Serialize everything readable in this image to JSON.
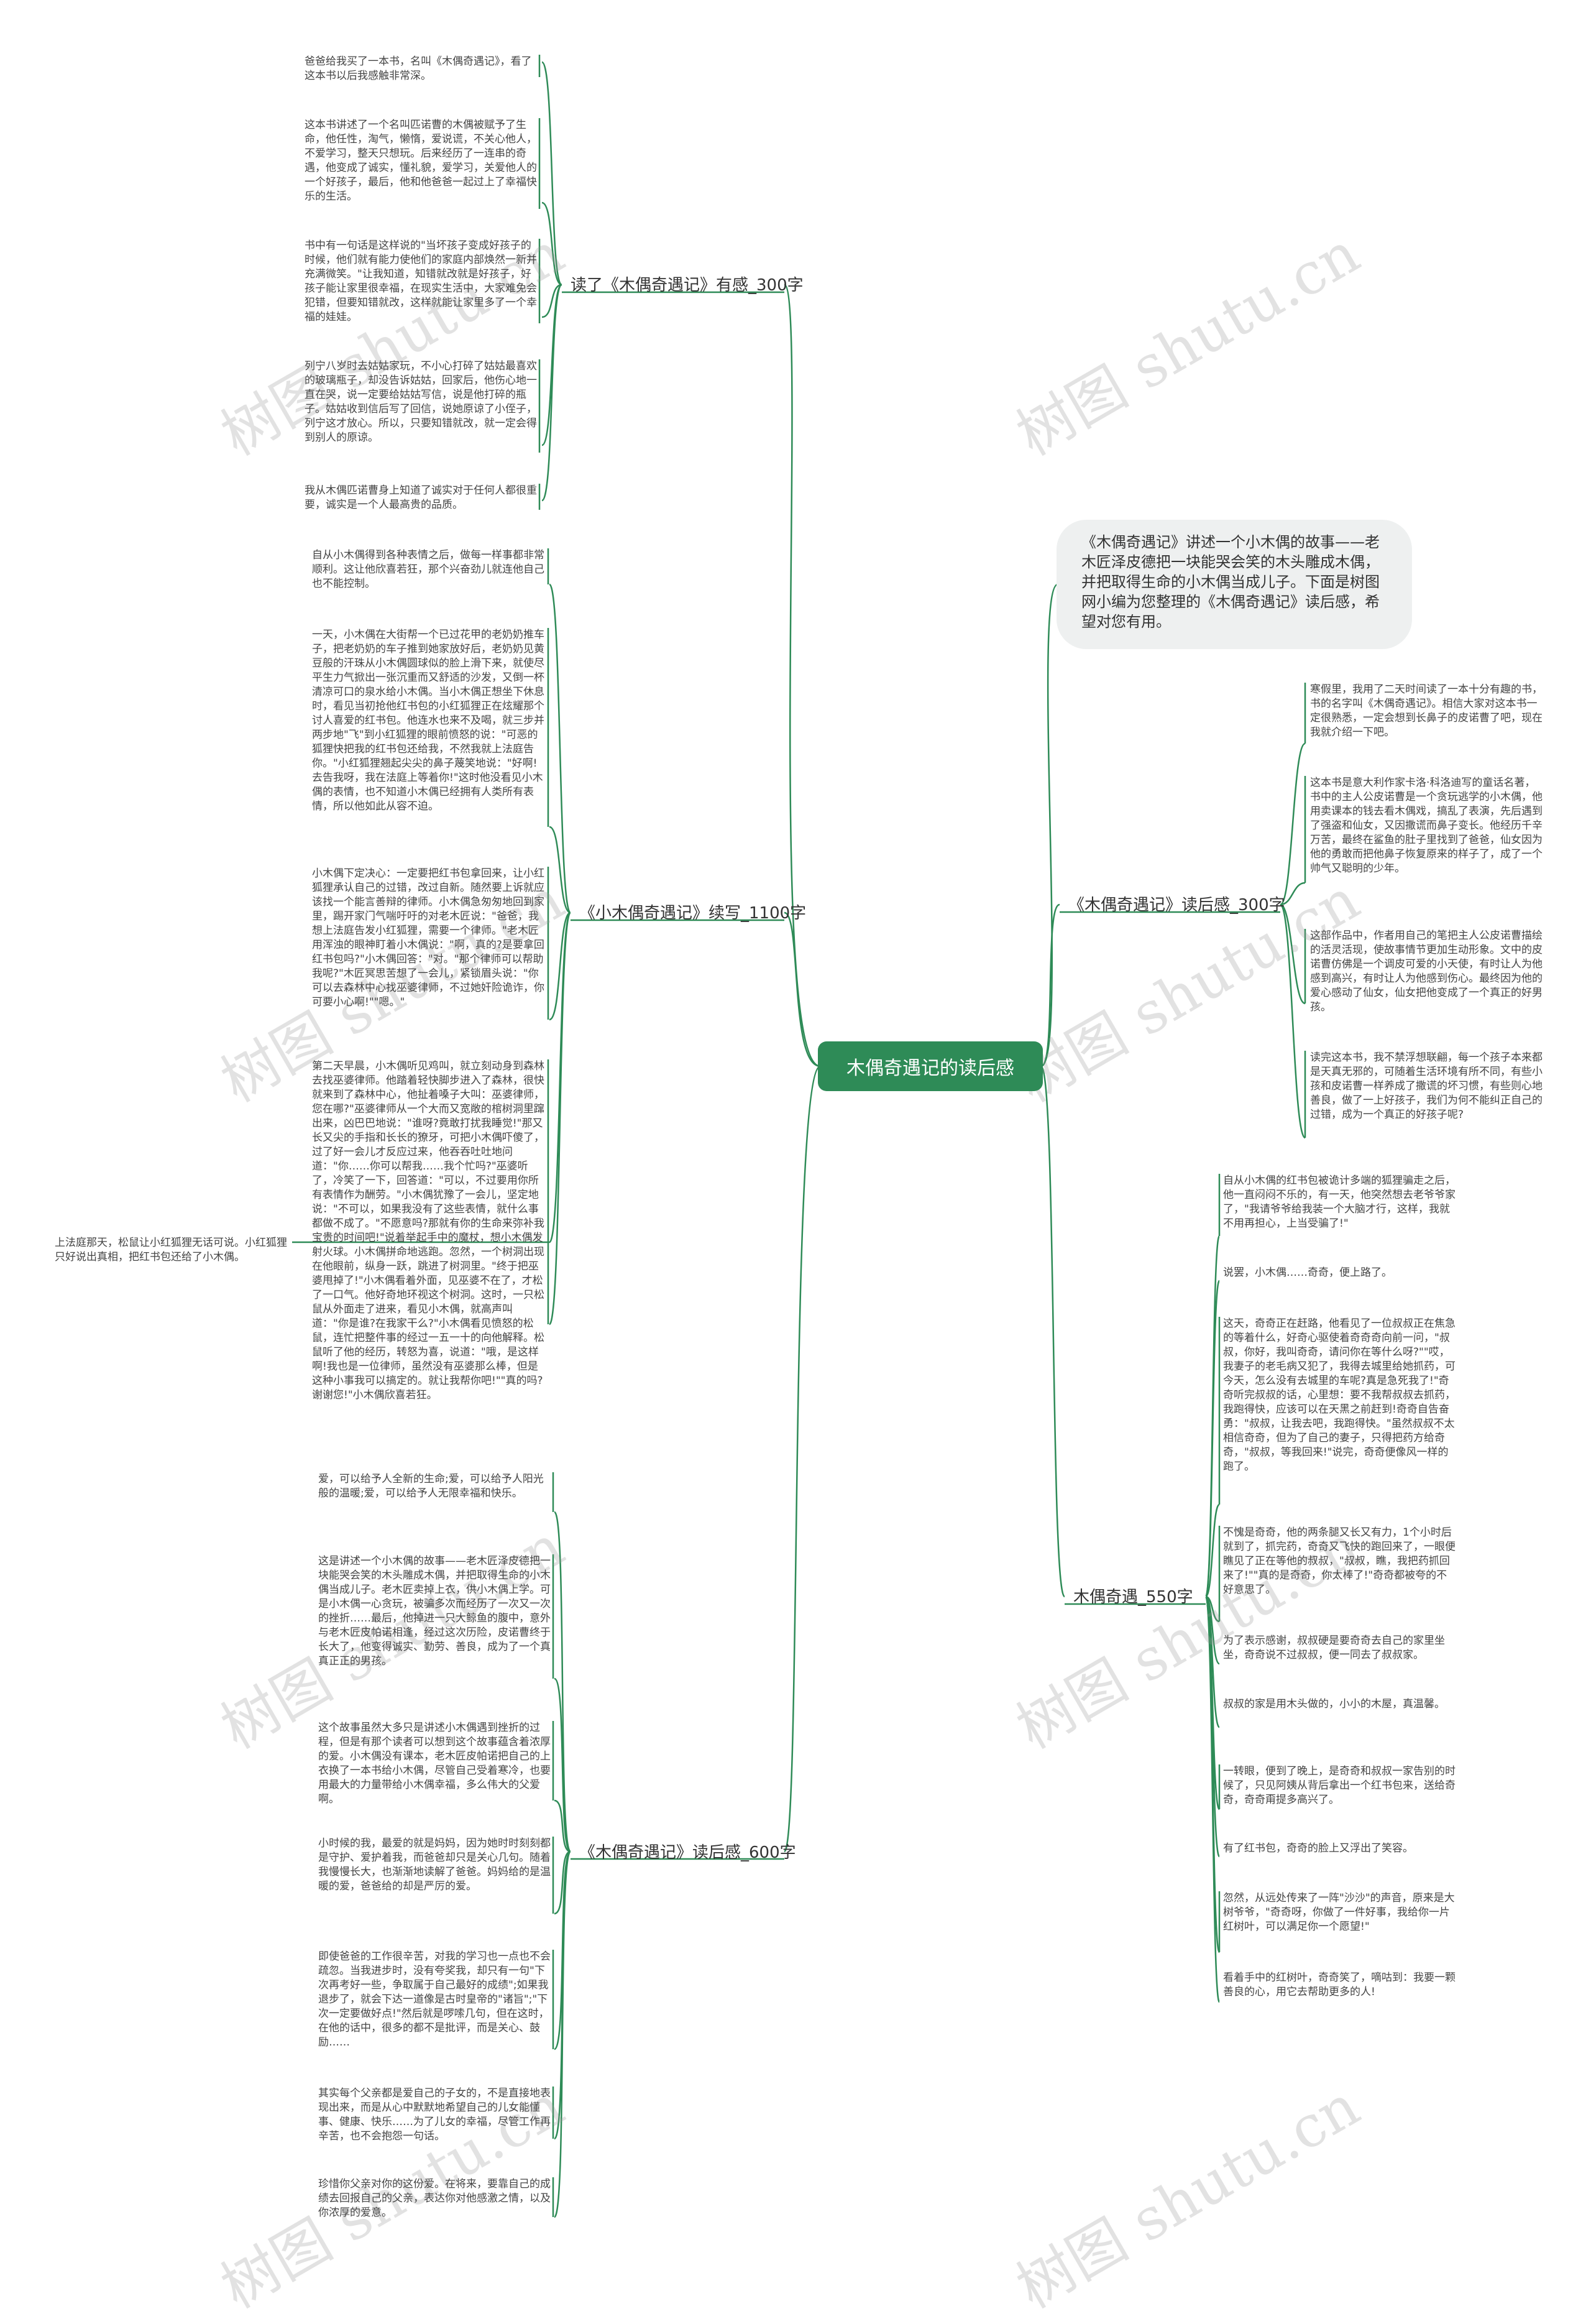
{
  "root": "木偶奇遇记的读后感",
  "intro": "《木偶奇遇记》讲述一个小木偶的故事——老木匠泽皮德把一块能哭会笑的木头雕成木偶，并把取得生命的小木偶当成儿子。下面是树图网小编为您整理的《木偶奇遇记》读后感，希望对您有用。",
  "branches": {
    "b1": {
      "title": "读了《木偶奇遇记》有感_300字",
      "leaves": [
        "爸爸给我买了一本书，名叫《木偶奇遇记》，看了这本书以后我感触非常深。",
        "这本书讲述了一个名叫匹诺曹的木偶被赋予了生命，他任性，淘气，懒惰，爱说谎，不关心他人，不爱学习，整天只想玩。后来经历了一连串的奇遇，他变成了诚实，懂礼貌，爱学习，关爱他人的一个好孩子，最后，他和他爸爸一起过上了幸福快乐的生活。",
        "书中有一句话是这样说的\"当坏孩子变成好孩子的时候，他们就有能力使他们的家庭内部焕然一新并充满微笑。\"让我知道，知错就改就是好孩子，好孩子能让家里很幸福，在现实生活中，大家难免会犯错，但要知错就改，这样就能让家里多了一个幸福的娃娃。",
        "列宁八岁时去姑姑家玩，不小心打碎了姑姑最喜欢的玻璃瓶子，却没告诉姑姑，回家后，他伤心地一直在哭，说一定要给姑姑写信，说是他打碎的瓶子。姑姑收到信后写了回信，说她原谅了小侄子，列宁这才放心。所以，只要知错就改，就一定会得到别人的原谅。",
        "我从木偶匹诺曹身上知道了诚实对于任何人都很重要，诚实是一个人最高贵的品质。"
      ]
    },
    "b2": {
      "title": "《小木偶奇遇记》续写_1100字",
      "leaves": [
        "自从小木偶得到各种表情之后，做每一样事都非常顺利。这让他欣喜若狂，那个兴奋劲儿就连他自己也不能控制。",
        "一天，小木偶在大街帮一个已过花甲的老奶奶推车子，把老奶奶的车子推到她家放好后，老奶奶见黄豆般的汗珠从小木偶圆球似的脸上滑下来，就使尽平生力气掀出一张沉重而又舒适的沙发，又倒一杯清凉可口的泉水给小木偶。当小木偶正想坐下休息时，看见当初抢他红书包的小红狐狸正在炫耀那个讨人喜爱的红书包。他连水也来不及喝，就三步并两步地\"飞\"到小红狐狸的眼前愤怒的说：\"可恶的狐狸快把我的红书包还给我，不然我就上法庭告你。\"小红狐狸翘起尖尖的鼻子蔑笑地说：\"好啊!去告我呀，我在法庭上等着你!\"这时他没看见小木偶的表情，也不知道小木偶已经拥有人类所有表情，所以他如此从容不迫。",
        "小木偶下定决心：一定要把红书包拿回来，让小红狐狸承认自己的过错，改过自新。随然要上诉就应该找一个能言善辩的律师。小木偶急匆匆地回到家里，踢开家门气喘吁吁的对老木匠说：\"爸爸，我想上法庭告发小红狐狸，需要一个律师。\"老木匠用浑浊的眼神盯着小木偶说：\"啊，真的?是要拿回红书包吗?\"小木偶回答：\"对。\"那个律师可以帮助我呢?\"木匠冥思苦想了一会儿，紧锁眉头说：\"你可以去森林中心找巫婆律师，不过她奸险诡诈，你可要小心啊!\"\"嗯。\"",
        "第二天早晨，小木偶听见鸡叫，就立刻动身到森林去找巫婆律师。他踏着轻快脚步进入了森林，很快就来到了森林中心，他扯着嗓子大叫：巫婆律师，您在哪?\"巫婆律师从一个大而又宽敞的棺树洞里蹿出来，凶巴巴地说：\"谁呀?竟敢打扰我睡觉!\"那又长又尖的手指和长长的獠牙，可把小木偶吓傻了，过了好一会儿才反应过来，他吞吞吐吐地问道：\"你……你可以帮我……我个忙吗?\"巫婆听了，冷笑了一下，回答道：\"可以，不过要用你所有表情作为酬劳。\"小木偶犹豫了一会儿，坚定地说：\"不可以，如果我没有了这些表情，就什么事都做不成了。\"不愿意吗?那就有你的生命来弥补我宝贵的时间吧!\"说着举起手中的魔杖，想小木偶发射火球。小木偶拼命地逃跑。忽然，一个树洞出现在他眼前，纵身一跃，跳进了树洞里。\"终于把巫婆甩掉了!\"小木偶看着外面，见巫婆不在了，才松了一口气。他好奇地环视这个树洞。这时，一只松鼠从外面走了进来，看见小木偶，就高声叫道：\"你是谁?在我家干么?\"小木偶看见愤怒的松鼠，连忙把整件事的经过一五一十的向他解释。松鼠听了他的经历，转怒为喜，说道：\"哦，是这样啊!我也是一位律师，虽然没有巫婆那么棒，但是这种小事我可以搞定的。就让我帮你吧!\"\"真的吗?谢谢您!\"小木偶欣喜若狂。",
        "上法庭那天，松鼠让小红狐狸无话可说。小红狐狸只好说出真相，把红书包还给了小木偶。"
      ]
    },
    "b3": {
      "title": "《木偶奇遇记》读后感_600字",
      "leaves": [
        "爱，可以给予人全新的生命;爱，可以给予人阳光般的温暖;爱，可以给予人无限幸福和快乐。",
        "这是讲述一个小木偶的故事——老木匠泽皮德把一块能哭会笑的木头雕成木偶，并把取得生命的小木偶当成儿子。老木匠卖掉上衣，供小木偶上学。可是小木偶一心贪玩，被骗多次而经历了一次又一次的挫折……最后，他掉进一只大鲸鱼的腹中，意外与老木匠皮帕诺相逢，经过这次历险，皮诺曹终于长大了，他变得诚实、勤劳、善良，成为了一个真真正正的男孩。",
        "这个故事虽然大多只是讲述小木偶遇到挫折的过程，但是有那个读者可以想到这个故事蕴含着浓厚的爱。小木偶没有课本，老木匠皮帕诺把自己的上衣换了一本书给小木偶，尽管自己受着寒冷，也要用最大的力量带给小木偶幸福，多么伟大的父爱啊。",
        "小时候的我，最爱的就是妈妈，因为她时时刻刻都是守护、爱护着我，而爸爸却只是关心几句。随着我慢慢长大，也渐渐地读解了爸爸。妈妈给的是温暖的爱，爸爸给的却是严厉的爱。",
        "即使爸爸的工作很辛苦，对我的学习也一点也不会疏忽。当我进步时，没有夸奖我，却只有一句\"下次再考好一些，争取属于自己最好的成绩\";如果我退步了，就会下达一道像是古时皇帝的\"诸旨\";\"下次一定要做好点!\"然后就是啰嗦几句，但在这时，在他的话中，很多的都不是批评，而是关心、鼓励……",
        "其实每个父亲都是爱自己的子女的，不是直接地表现出来，而是从心中默默地希望自己的儿女能懂事、健康、快乐……为了儿女的幸福，尽管工作再辛苦，也不会抱怨一句话。",
        "珍惜你父亲对你的这份爱。在将来，要靠自己的成绩去回报自己的父亲，表达你对他感激之情，以及你浓厚的爱意。"
      ]
    },
    "b4": {
      "title": "《木偶奇遇记》读后感_300字",
      "leaves": [
        "寒假里，我用了二天时间读了一本十分有趣的书，书的名字叫《木偶奇遇记》。相信大家对这本书一定很熟悉，一定会想到长鼻子的皮诺曹了吧，现在我就介绍一下吧。",
        "这本书是意大利作家卡洛·科洛迪写的童话名著，书中的主人公皮诺曹是一个贪玩逃学的小木偶，他用卖课本的钱去看木偶戏，搞乱了表演，先后遇到了强盗和仙女，又因撒谎而鼻子变长。他经历千辛万苦，最终在鲨鱼的肚子里找到了爸爸，仙女因为他的勇敢而把他鼻子恢复原来的样子了，成了一个帅气又聪明的少年。",
        "这部作品中，作者用自己的笔把主人公皮诺曹描绘的活灵活现，使故事情节更加生动形象。文中的皮诺曹仿佛是一个调皮可爱的小天使，有时让人为他感到高兴，有时让人为他感到伤心。最终因为他的爱心感动了仙女，仙女把他变成了一个真正的好男孩。",
        "读完这本书，我不禁浮想联翩，每一个孩子本来都是天真无邪的，可随着生活环境有所不同，有些小孩和皮诺曹一样养成了撒谎的坏习惯，有些则心地善良，做了一上好孩子，我们为何不能纠正自己的过错，成为一个真正的好孩子呢?"
      ]
    },
    "b5": {
      "title": "木偶奇遇_550字",
      "leaves": [
        "自从小木偶的红书包被诡计多端的狐狸骗走之后，他一直闷闷不乐的，有一天，他突然想去老爷爷家了，\"我请爷爷给我装一个大脑才行，这样，我就不用再担心，上当受骗了!\"",
        "说罢，小木偶……奇奇，便上路了。",
        "这天，奇奇正在赶路，他看见了一位叔叔正在焦急的等着什么，好奇心驱使着奇奇奇向前一问，\"叔叔，你好，我叫奇奇，请问你在等什么呀?\"\"哎，我妻子的老毛病又犯了，我得去城里给她抓药，可今天，怎么没有去城里的车呢?真是急死我了!\"奇奇听完叔叔的话，心里想：要不我帮叔叔去抓药，我跑得快，应该可以在天黑之前赶到!奇奇自告奋勇：\"叔叔，让我去吧，我跑得快。\"虽然叔叔不太相信奇奇，但为了自己的妻子，只得把药方给奇奇，\"叔叔，等我回来!\"说完，奇奇便像风一样的跑了。",
        "不愧是奇奇，他的两条腿又长又有力，1个小时后就到了，抓完药，奇奇又飞快的跑回来了，一眼便瞧见了正在等他的叔叔，\"叔叔，瞧，我把药抓回来了!\"\"真的是奇奇，你太棒了!\"奇奇都被夸的不好意思了。",
        "为了表示感谢，叔叔硬是要奇奇去自己的家里坐坐，奇奇说不过叔叔，便一同去了叔叔家。",
        "叔叔的家是用木头做的，小小的木屋，真温馨。",
        "一转眼，便到了晚上，是奇奇和叔叔一家告别的时候了，只见阿姨从背后拿出一个红书包来，送给奇奇，奇奇甭提多高兴了。",
        "有了红书包，奇奇的脸上又浮出了笑容。",
        "忽然，从远处传来了一阵\"沙沙\"的声音，原来是大树爷爷，\"奇奇呀，你做了一件好事，我给你一片红树叶，可以满足你一个愿望!\"",
        "看着手中的红树叶，奇奇笑了，嘀咕到：我要一颗善良的心，用它去帮助更多的人!"
      ]
    }
  },
  "watermark": "树图 shutu.cn",
  "colors": {
    "edge": "#2e8b57",
    "root_bg": "#2e8b57",
    "intro_bg": "#eef0f0"
  }
}
